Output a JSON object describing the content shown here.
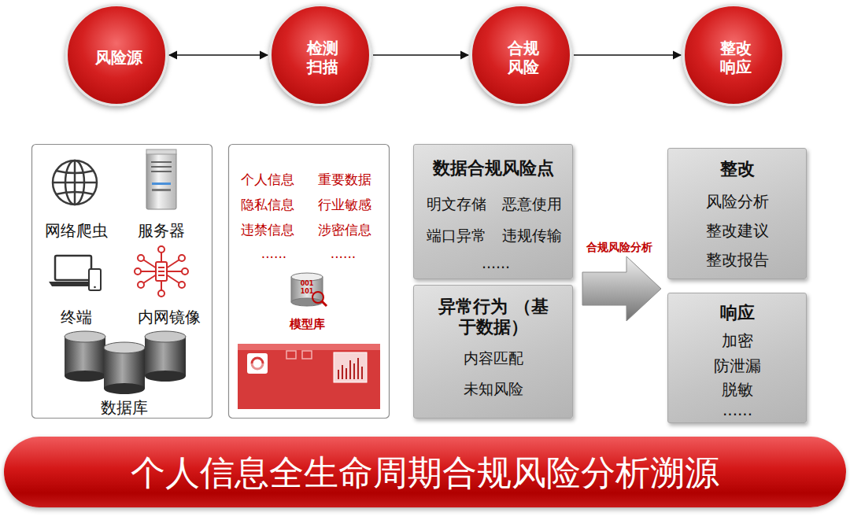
{
  "diagram": {
    "nodes": [
      {
        "text": [
          "风险源"
        ]
      },
      {
        "text": [
          "检测 扫描"
        ]
      },
      {
        "text": [
          "合规 风险"
        ]
      },
      {
        "text": [
          "整改 响应"
        ]
      },
      {
        "text": [
          "网络爬虫",
          "服务器",
          "终端",
          "内网镜像",
          "数据库"
        ]
      },
      {
        "text": [
          "个人信息",
          "重要数据",
          "隐私信息",
          "行业敏感",
          "违禁信息",
          "涉密信息",
          "......",
          "......",
          "模型库"
        ]
      },
      {
        "text": [
          "数据合规风险点",
          "明文存储",
          "恶意使用",
          "端口异常",
          "违规传输",
          "......"
        ]
      },
      {
        "text": [
          "异常行为 （基于数据）",
          "内容匹配",
          "未知风险"
        ]
      },
      {
        "text": [
          "整改",
          "风险分析",
          "整改建议",
          "整改报告"
        ]
      },
      {
        "text": [
          "响应",
          "加密",
          "防泄漏",
          "脱敏",
          "......"
        ]
      },
      {
        "text": [
          "个人信息全生命周期合规风险分析溯源"
        ]
      }
    ],
    "edges": [
      {
        "from": 0,
        "to": 1,
        "arrow": "both"
      },
      {
        "from": 1,
        "to": 2,
        "arrow": "to"
      },
      {
        "from": 2,
        "to": 3,
        "arrow": "to"
      }
    ],
    "labels": [
      "合规风险分析",
      "001",
      "101"
    ]
  }
}
